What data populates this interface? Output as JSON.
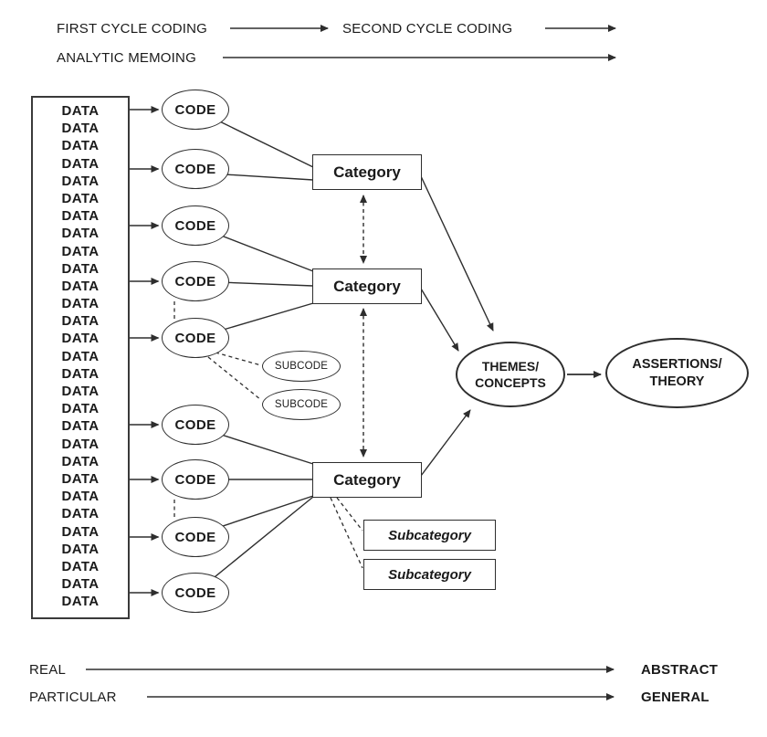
{
  "header": {
    "first_cycle": "FIRST CYCLE CODING",
    "second_cycle": "SECOND CYCLE CODING",
    "analytic_memoing": "ANALYTIC MEMOING"
  },
  "data_box": {
    "rows": [
      "DATA",
      "DATA",
      "DATA",
      "DATA",
      "DATA",
      "DATA",
      "DATA",
      "DATA",
      "DATA",
      "DATA",
      "DATA",
      "DATA",
      "DATA",
      "DATA",
      "DATA",
      "DATA",
      "DATA",
      "DATA",
      "DATA",
      "DATA",
      "DATA",
      "DATA",
      "DATA",
      "DATA",
      "DATA",
      "DATA",
      "DATA",
      "DATA",
      "DATA"
    ]
  },
  "codes": [
    "CODE",
    "CODE",
    "CODE",
    "CODE",
    "CODE",
    "CODE",
    "CODE",
    "CODE",
    "CODE"
  ],
  "subcodes": [
    "SUBCODE",
    "SUBCODE"
  ],
  "categories": [
    "Category",
    "Category",
    "Category"
  ],
  "subcategories": [
    "Subcategory",
    "Subcategory"
  ],
  "themes": {
    "line1": "THEMES/",
    "line2": "CONCEPTS"
  },
  "assertions": {
    "line1": "ASSERTIONS/",
    "line2": "THEORY"
  },
  "footer": {
    "real": "REAL",
    "abstract": "ABSTRACT",
    "particular": "PARTICULAR",
    "general": "GENERAL"
  },
  "colors": {
    "line": "#2e2e2e",
    "text": "#1a1a1a",
    "background": "#ffffff"
  }
}
